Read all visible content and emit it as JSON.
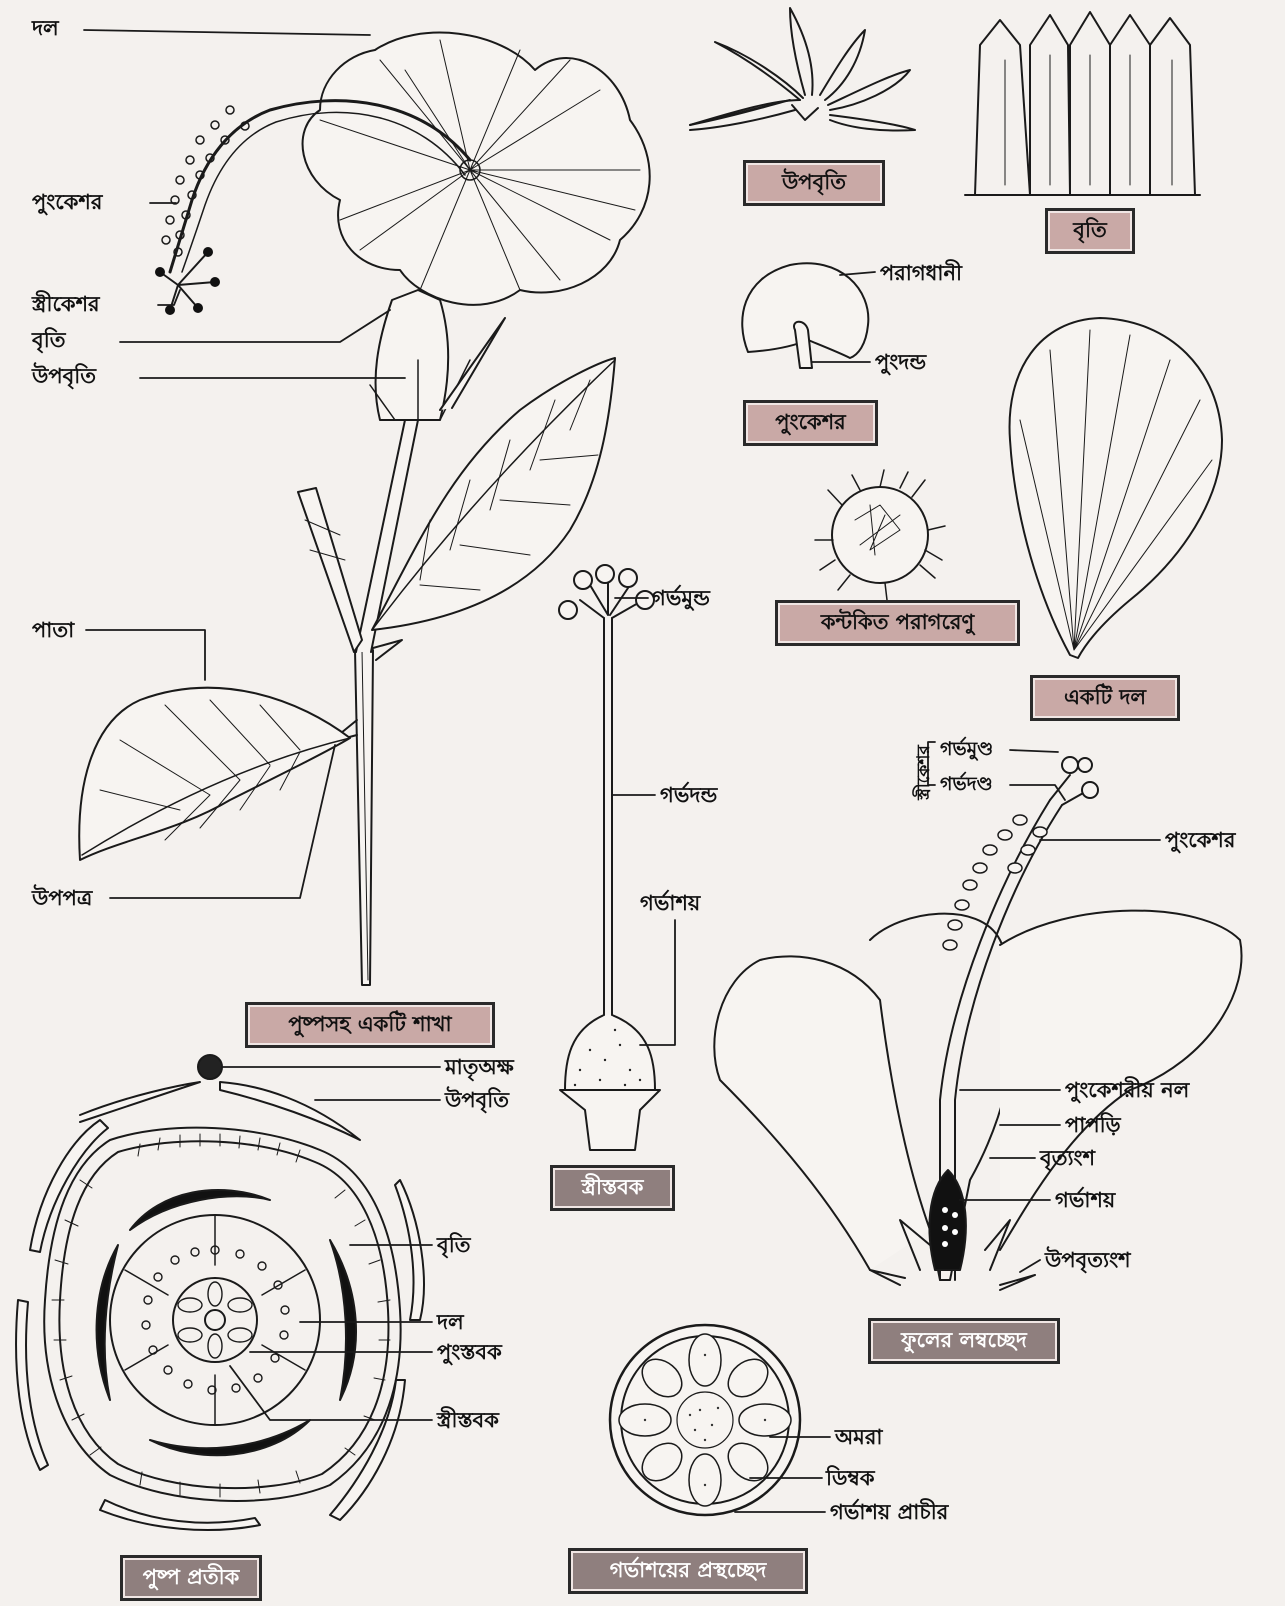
{
  "branch": {
    "petal_label": "দল",
    "stamen_label": "পুংকেশর",
    "pistil_label": "স্ত্রীকেশর",
    "calyx_label": "বৃতি",
    "epicalyx_label": "উপবৃতি",
    "leaf_label": "পাতা",
    "stipule_label": "উপপত্র",
    "caption": "পুষ্পসহ একটি শাখা"
  },
  "epicalyx_detail": {
    "caption": "উপবৃতি"
  },
  "calyx_detail": {
    "caption": "বৃতি"
  },
  "stamen_detail": {
    "anther_label": "পরাগধানী",
    "filament_label": "পুংদন্ড",
    "caption": "পুংকেশর"
  },
  "pollen_detail": {
    "caption": "কন্টকিত পরাগরেণু"
  },
  "petal_detail": {
    "caption": "একটি দল"
  },
  "gynoecium_detail": {
    "stigma_label": "গর্ভমুন্ড",
    "style_label": "গর্ভদন্ড",
    "ovary_label": "গর্ভাশয়",
    "caption": "স্ত্রীস্তবক"
  },
  "lsection": {
    "bracket_label": "স্ত্রীকেশর",
    "stigma_label": "গর্ভমুণ্ড",
    "style_label": "গর্ভদণ্ড",
    "stamen_label": "পুংকেশর",
    "staminal_tube_label": "পুংকেশরীয় নল",
    "petal_label": "পাপড়ি",
    "calyx_label": "বৃত্যংশ",
    "ovary_label": "গর্ভাশয়",
    "epicalyx_label": "উপবৃত্যংশ",
    "caption": "ফুলের লম্বচ্ছেদ"
  },
  "floral_diagram": {
    "mother_axis_label": "মাতৃঅক্ষ",
    "epicalyx_label": "উপবৃতি",
    "calyx_label": "বৃতি",
    "petal_label": "দল",
    "androecium_label": "পুংস্তবক",
    "gynoecium_label": "স্ত্রীস্তবক",
    "caption": "পুষ্প প্রতীক"
  },
  "ovary_tsection": {
    "placenta_label": "অমরা",
    "ovule_label": "ডিম্বক",
    "wall_label": "গর্ভাশয় প্রাচীর",
    "caption": "গর্ভাশয়ের প্রস্থচ্ছেদ"
  }
}
